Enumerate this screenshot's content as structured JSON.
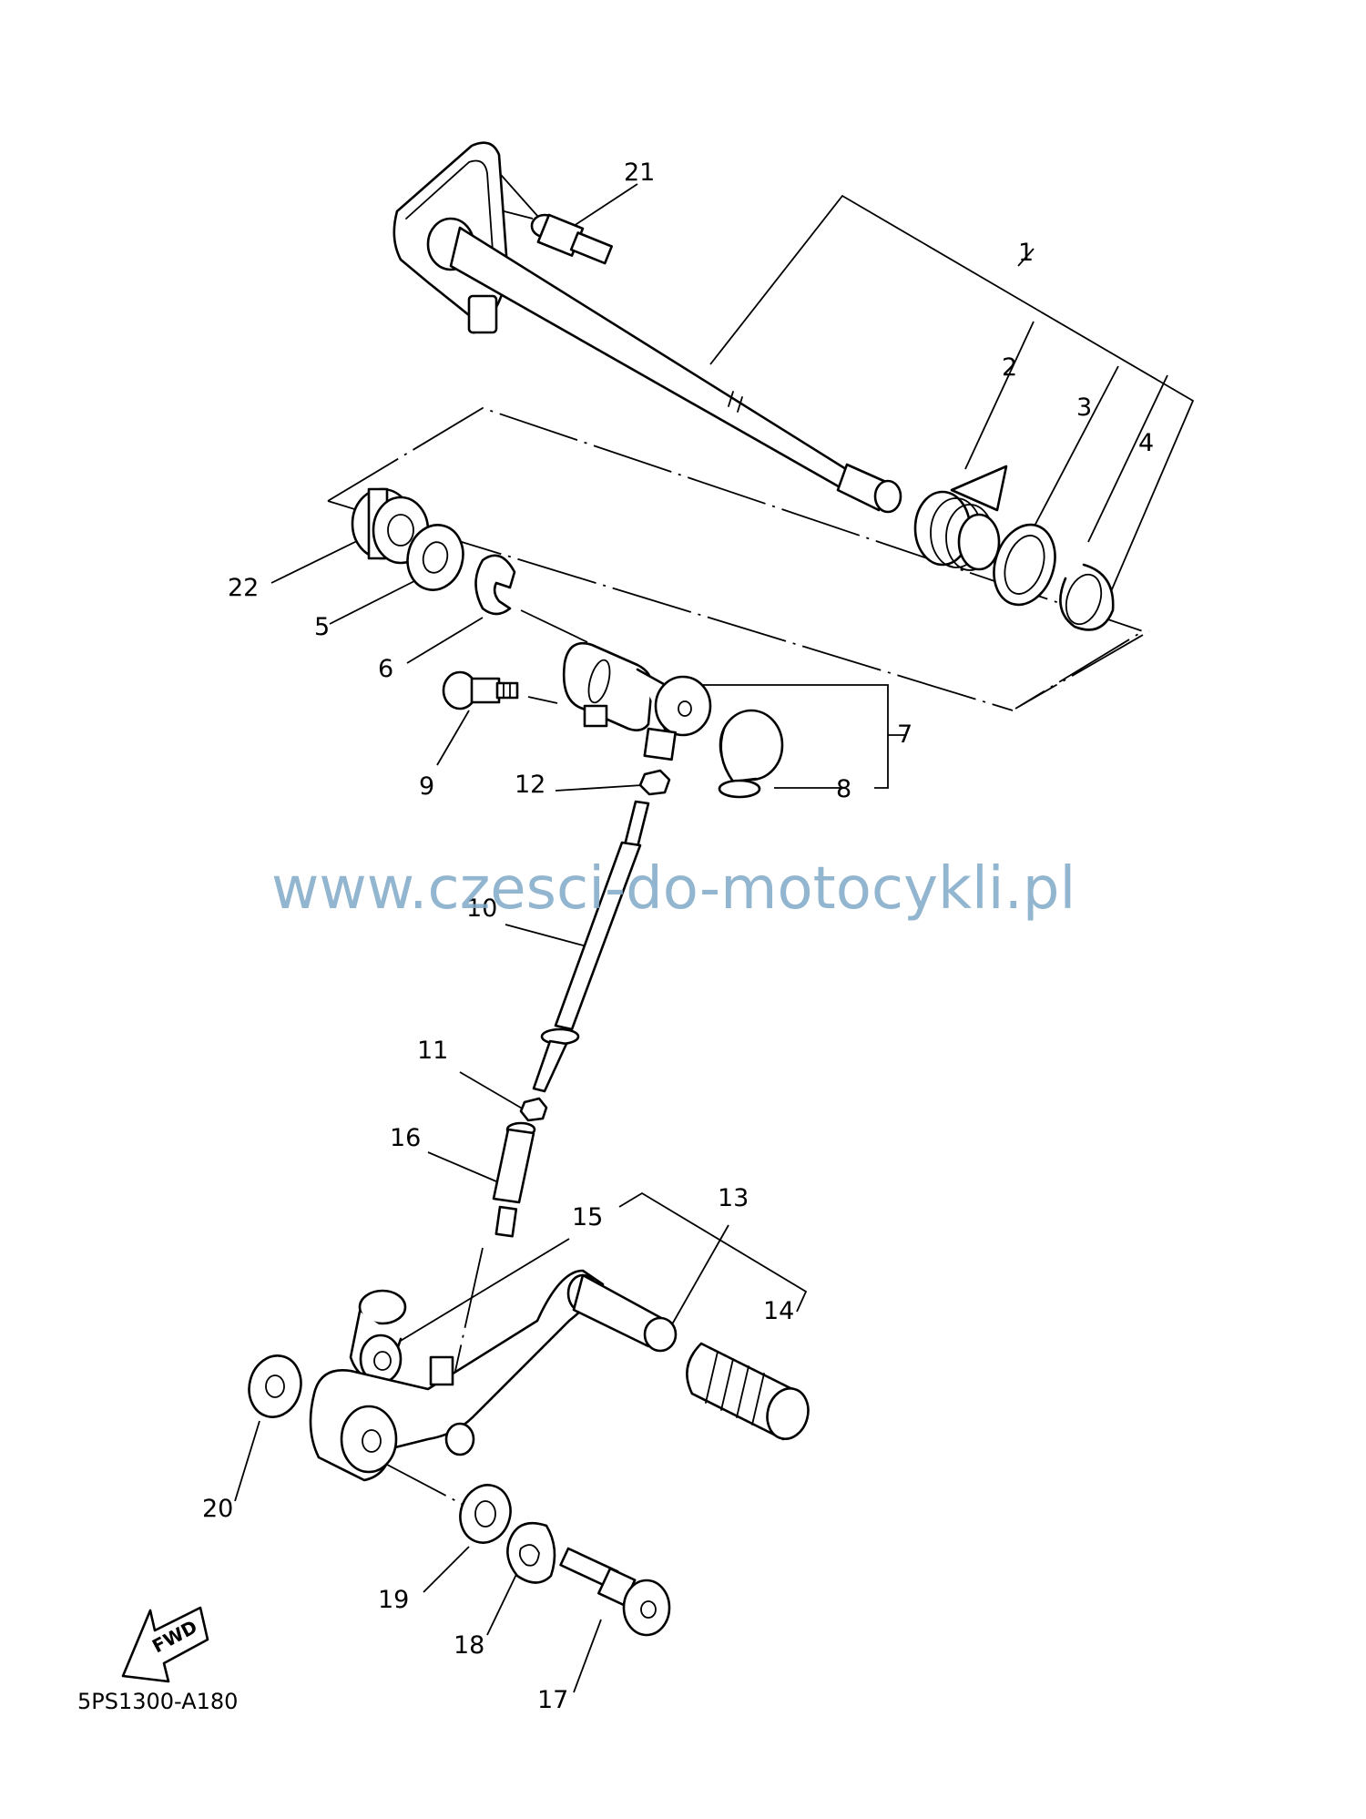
{
  "diagram": {
    "watermark": "www.czesci-do-motocykli.pl",
    "code": "5PS1300-A180",
    "fwd_label": "FWD",
    "callouts": {
      "c1": "1",
      "c2": "2",
      "c3": "3",
      "c4": "4",
      "c5": "5",
      "c6": "6",
      "c7": "7",
      "c8": "8",
      "c9": "9",
      "c10": "10",
      "c11": "11",
      "c12": "12",
      "c13": "13",
      "c14": "14",
      "c15": "15",
      "c16": "16",
      "c17": "17",
      "c18": "18",
      "c19": "19",
      "c20": "20",
      "c21": "21",
      "c22": "22"
    }
  }
}
